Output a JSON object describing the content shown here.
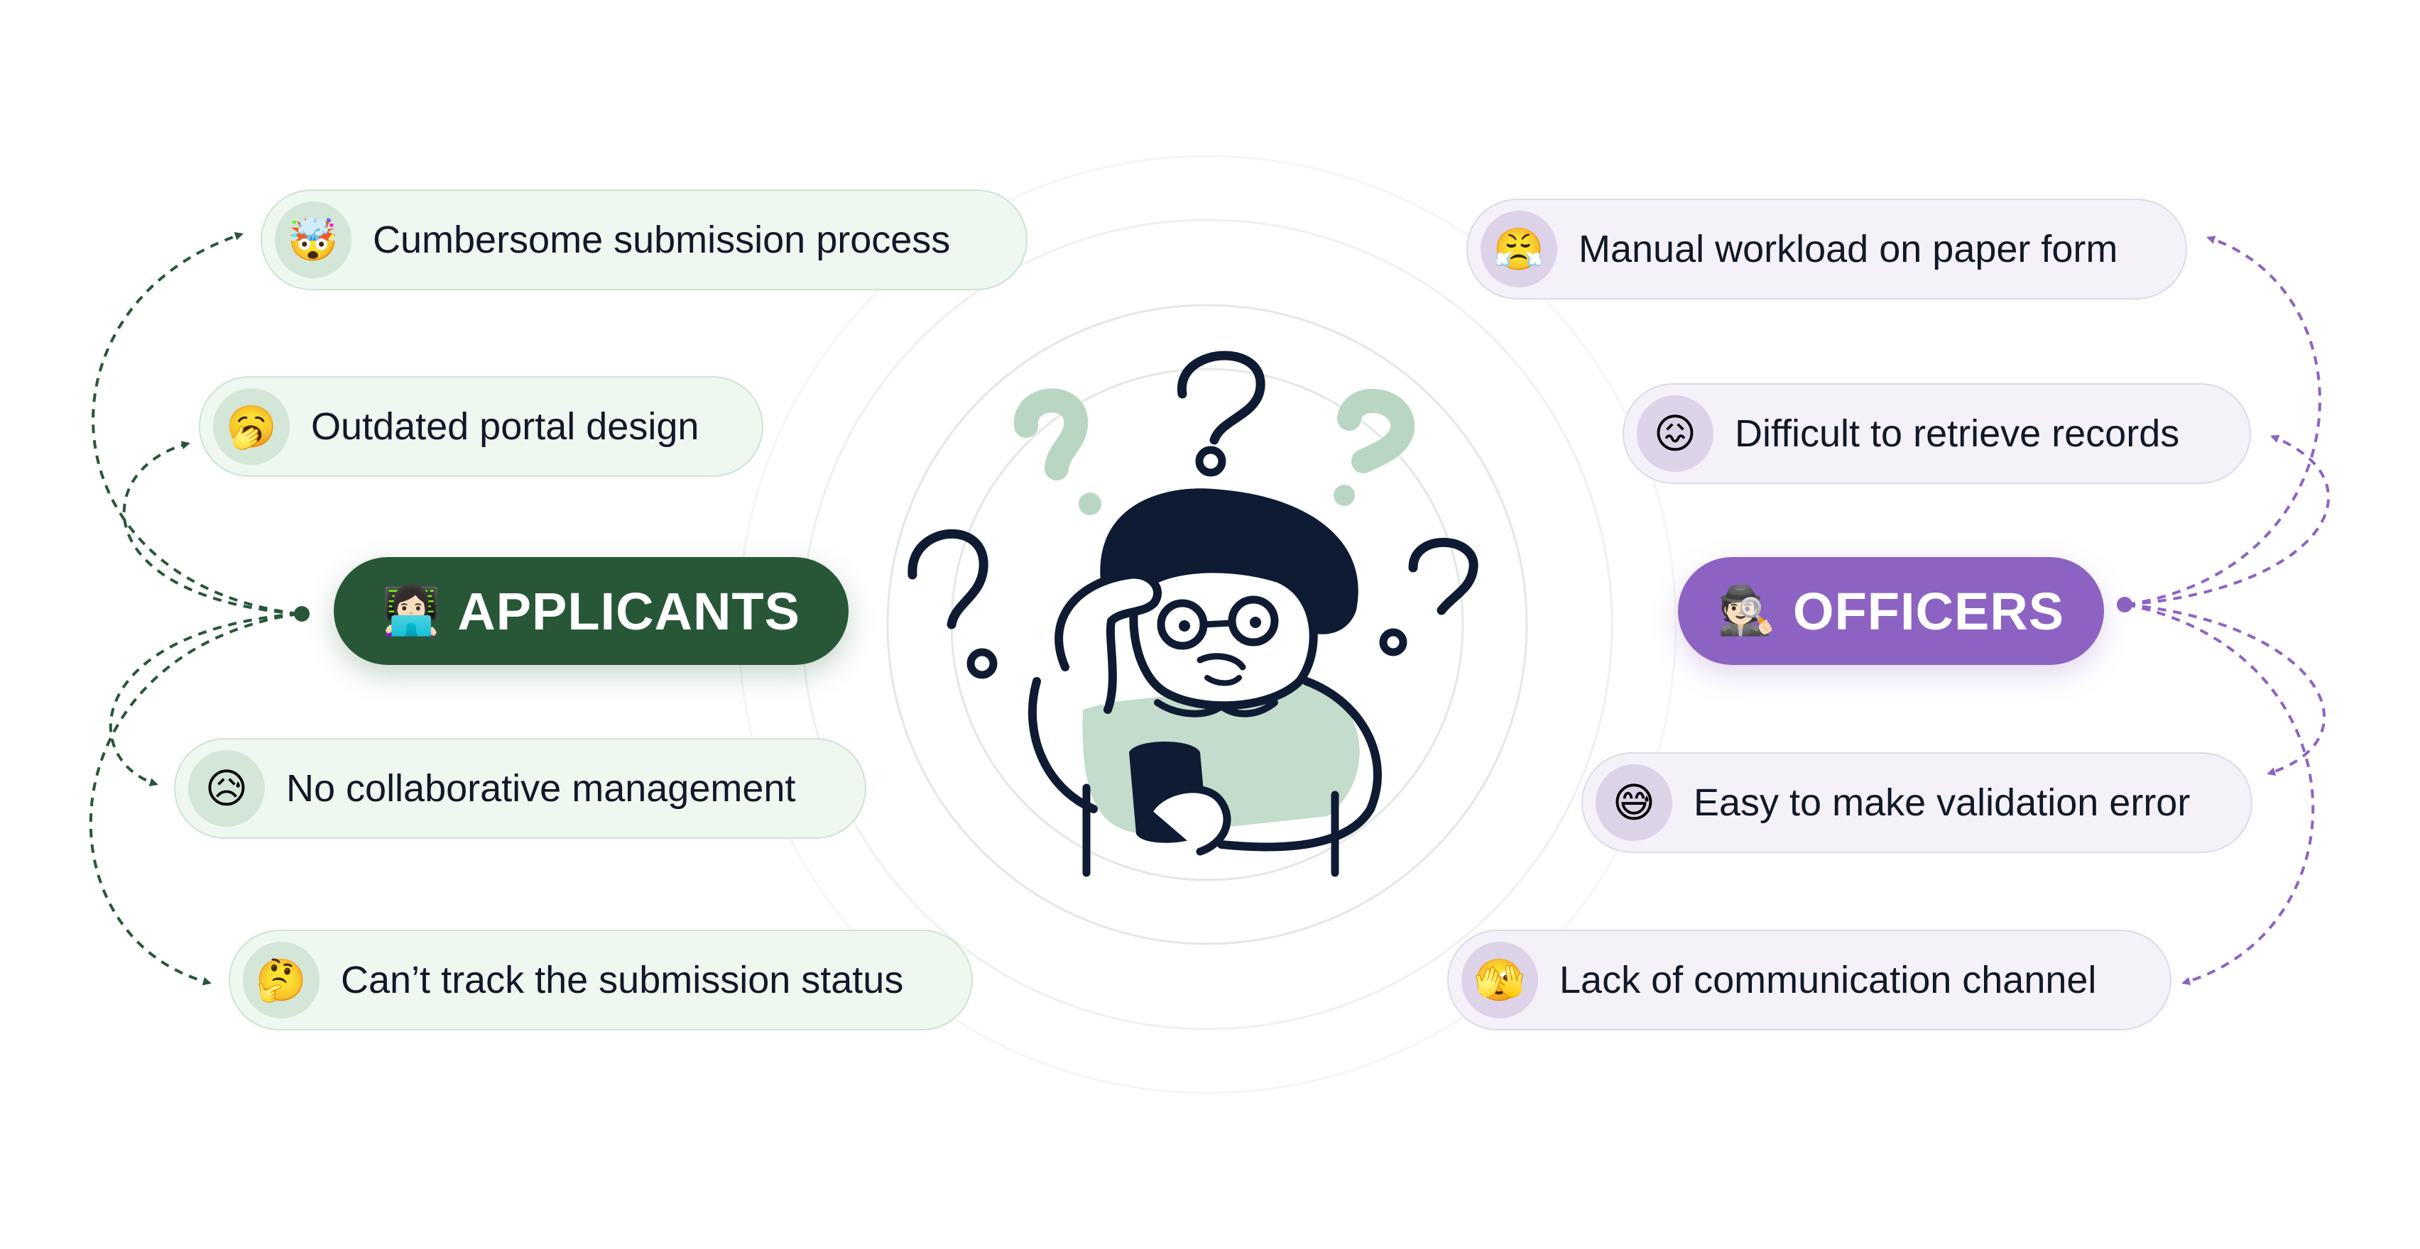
{
  "applicants": {
    "label": "APPLICANTS",
    "icon": "person-at-laptop-emoji",
    "emoji": "👩🏻‍💻",
    "color": "#285738",
    "pain_points": [
      {
        "text": "Cumbersome submission process",
        "icon": "exploding-head-emoji",
        "emoji": "🤯"
      },
      {
        "text": "Outdated portal design",
        "icon": "yawning-face-emoji",
        "emoji": "🥱"
      },
      {
        "text": "No collaborative management",
        "icon": "sad-sweat-face-emoji",
        "emoji": "😥"
      },
      {
        "text": "Can’t track the submission status",
        "icon": "thinking-face-emoji",
        "emoji": "🤔"
      }
    ]
  },
  "officers": {
    "label": "OFFICERS",
    "icon": "detective-emoji",
    "emoji": "🕵🏻",
    "color": "#8c63c2",
    "pain_points": [
      {
        "text": "Manual workload on paper form",
        "icon": "steam-nose-face-emoji",
        "emoji": "😤"
      },
      {
        "text": "Difficult to retrieve records",
        "icon": "confounded-face-emoji",
        "emoji": "😖"
      },
      {
        "text": "Easy to make validation error",
        "icon": "grinning-sweat-face-emoji",
        "emoji": "😅"
      },
      {
        "text": "Lack of communication channel",
        "icon": "peeking-face-emoji",
        "emoji": "🫣"
      }
    ]
  },
  "illustration": {
    "icon": "confused-person-with-question-marks-illustration"
  },
  "colors": {
    "green_accent": "#285738",
    "purple_accent": "#8c63c2",
    "green_pill": "#eef7f0",
    "purple_pill": "#f4f1f8",
    "ink": "#0f1b33",
    "sage": "#b9d6c2"
  }
}
